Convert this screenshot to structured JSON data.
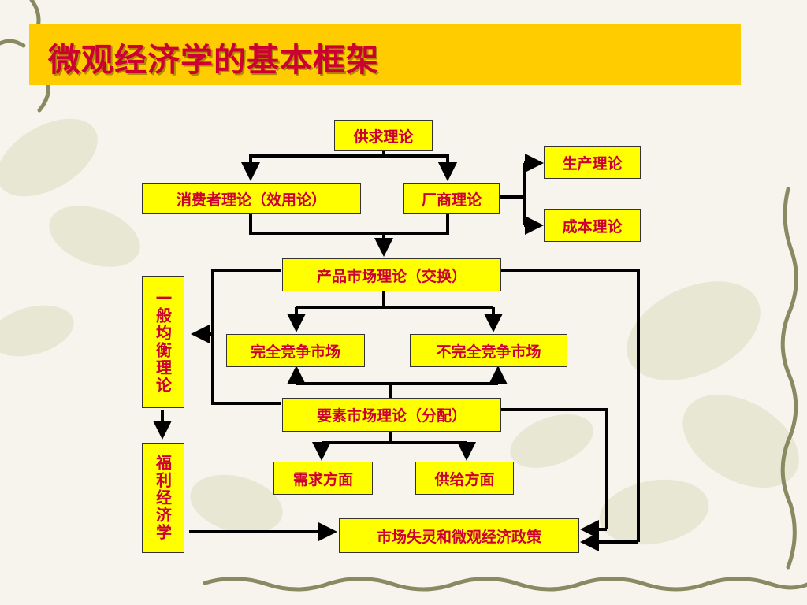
{
  "title": "微观经济学的基本框架",
  "nodes": {
    "supply_demand": "供求理论",
    "consumer": "消费者理论（效用论）",
    "firm": "厂商理论",
    "production": "生产理论",
    "cost": "成本理论",
    "product_market": "产品市场理论（交换）",
    "perfect_competition": "完全竞争市场",
    "imperfect_competition": "不完全竞争市场",
    "factor_market": "要素市场理论（分配）",
    "demand_side": "需求方面",
    "supply_side": "供给方面",
    "market_failure": "市场失灵和微观经济政策",
    "general_equilibrium": "一般均衡理论",
    "welfare": "福利经济学"
  },
  "colors": {
    "title_bar": "#ffcc00",
    "title_text": "#cc0033",
    "box_fill": "#ffff00",
    "box_text": "#cc0033",
    "connector": "#000000"
  }
}
